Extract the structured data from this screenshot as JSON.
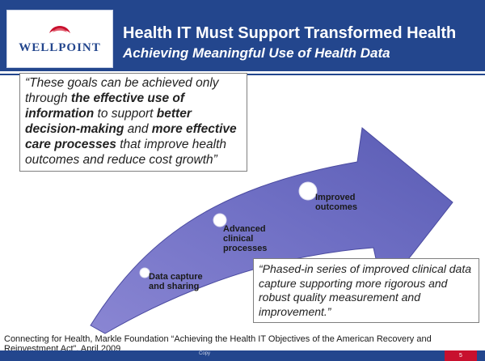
{
  "header": {
    "logo_text": "WELLPOINT",
    "title": "Health IT Must Support Transformed Health",
    "subtitle": "Achieving Meaningful Use of Health Data"
  },
  "quote": {
    "part1": "“These goals can be achieved only through ",
    "bold1": "the effective use of information",
    "part2": " to support ",
    "bold2": "better decision-making",
    "part3": " and ",
    "bold3": "more effective care processes",
    "part4": " that improve health outcomes and reduce cost growth”"
  },
  "stages": [
    {
      "line1": "Data capture",
      "line2": "and sharing",
      "line3": ""
    },
    {
      "line1": "Advanced",
      "line2": "clinical",
      "line3": "processes"
    },
    {
      "line1": "Improved",
      "line2": "outcomes",
      "line3": ""
    }
  ],
  "phased_quote": "“Phased-in series of improved clinical data capture supporting more rigorous and robust quality measurement and improvement.”",
  "source": "Connecting for Health, Markle Foundation “Achieving the Health IT Objectives of the American Recovery and Reinvestment Act”, April 2009",
  "footer": {
    "label": "Copy",
    "page": "5"
  },
  "colors": {
    "header_blue": "#23468d",
    "arrow_purple": "#6f6fc4",
    "accent_red": "#c8102e"
  }
}
